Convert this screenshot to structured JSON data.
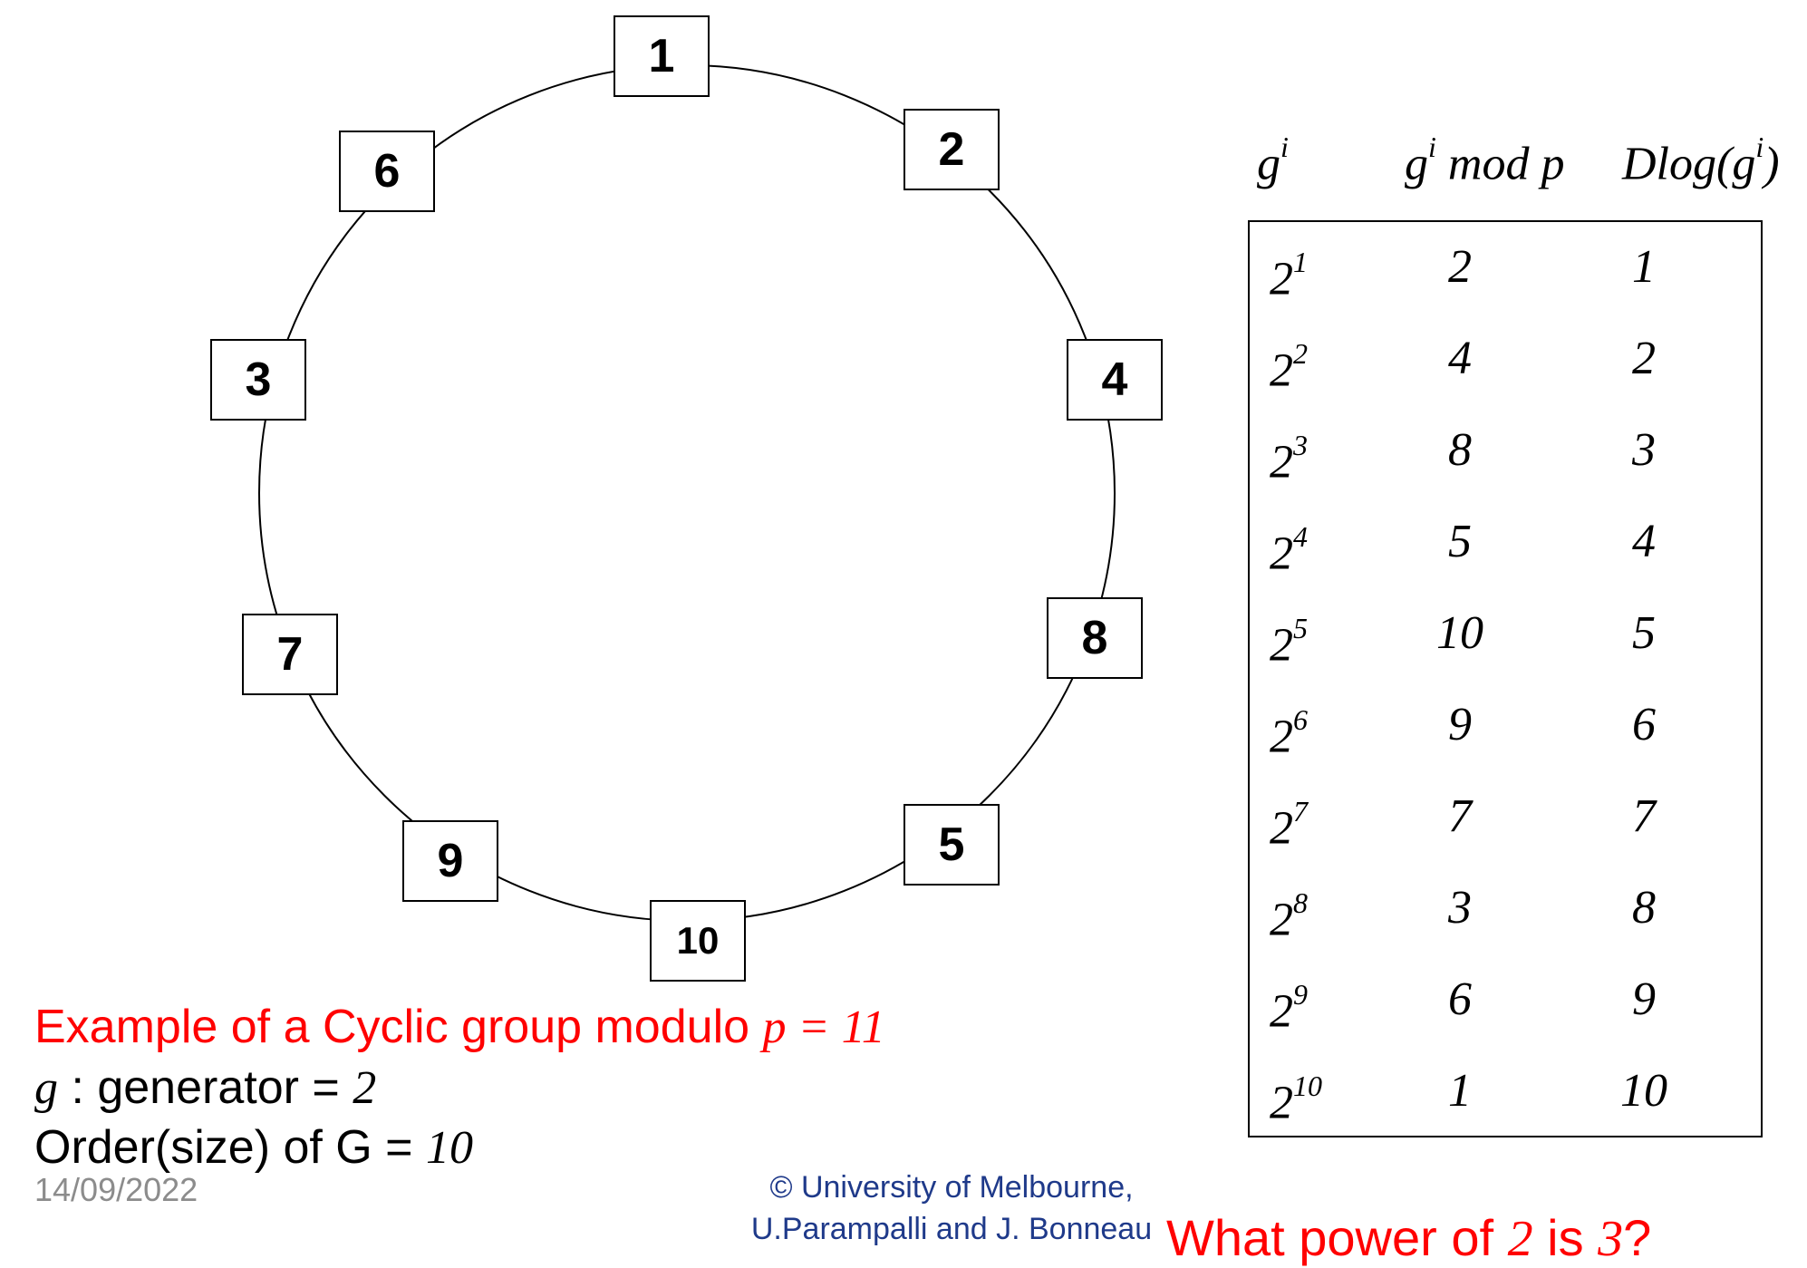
{
  "cycle": {
    "nodes": [
      "1",
      "2",
      "4",
      "8",
      "5",
      "10",
      "9",
      "7",
      "3",
      "6"
    ]
  },
  "table": {
    "headers": {
      "col1_base": "g",
      "col1_sup": "i",
      "col2_base": "g",
      "col2_sup": "i",
      "col2_rest": " mod p",
      "col3_pre": "Dlog(g",
      "col3_sup": "i",
      "col3_post": ")"
    },
    "rows": [
      {
        "base": "2",
        "exp": "1",
        "mod": "2",
        "dlog": "1"
      },
      {
        "base": "2",
        "exp": "2",
        "mod": "4",
        "dlog": "2"
      },
      {
        "base": "2",
        "exp": "3",
        "mod": "8",
        "dlog": "3"
      },
      {
        "base": "2",
        "exp": "4",
        "mod": "5",
        "dlog": "4"
      },
      {
        "base": "2",
        "exp": "5",
        "mod": "10",
        "dlog": "5"
      },
      {
        "base": "2",
        "exp": "6",
        "mod": "9",
        "dlog": "6"
      },
      {
        "base": "2",
        "exp": "7",
        "mod": "7",
        "dlog": "7"
      },
      {
        "base": "2",
        "exp": "8",
        "mod": "3",
        "dlog": "8"
      },
      {
        "base": "2",
        "exp": "9",
        "mod": "6",
        "dlog": "9"
      },
      {
        "base": "2",
        "exp": "10",
        "mod": "1",
        "dlog": "10"
      }
    ]
  },
  "caption": {
    "line1_text": "Example of a Cyclic group modulo ",
    "line1_math": "p = 11",
    "line2_var": "g",
    "line2_text": " : generator = ",
    "line2_val": "2",
    "line3_text": "Order(size) of G = ",
    "line3_val": "10"
  },
  "footer": {
    "date": "14/09/2022",
    "copyright_line1": "© University of Melbourne,",
    "copyright_line2": "U.Parampalli and J. Bonneau"
  },
  "question": {
    "pre": "What power of ",
    "base": "2",
    "mid": " is ",
    "target": "3",
    "post": "?"
  },
  "colors": {
    "accent_red": "#ff0000",
    "footer_blue": "#1f3a8a",
    "date_gray": "#8c8c8c"
  }
}
